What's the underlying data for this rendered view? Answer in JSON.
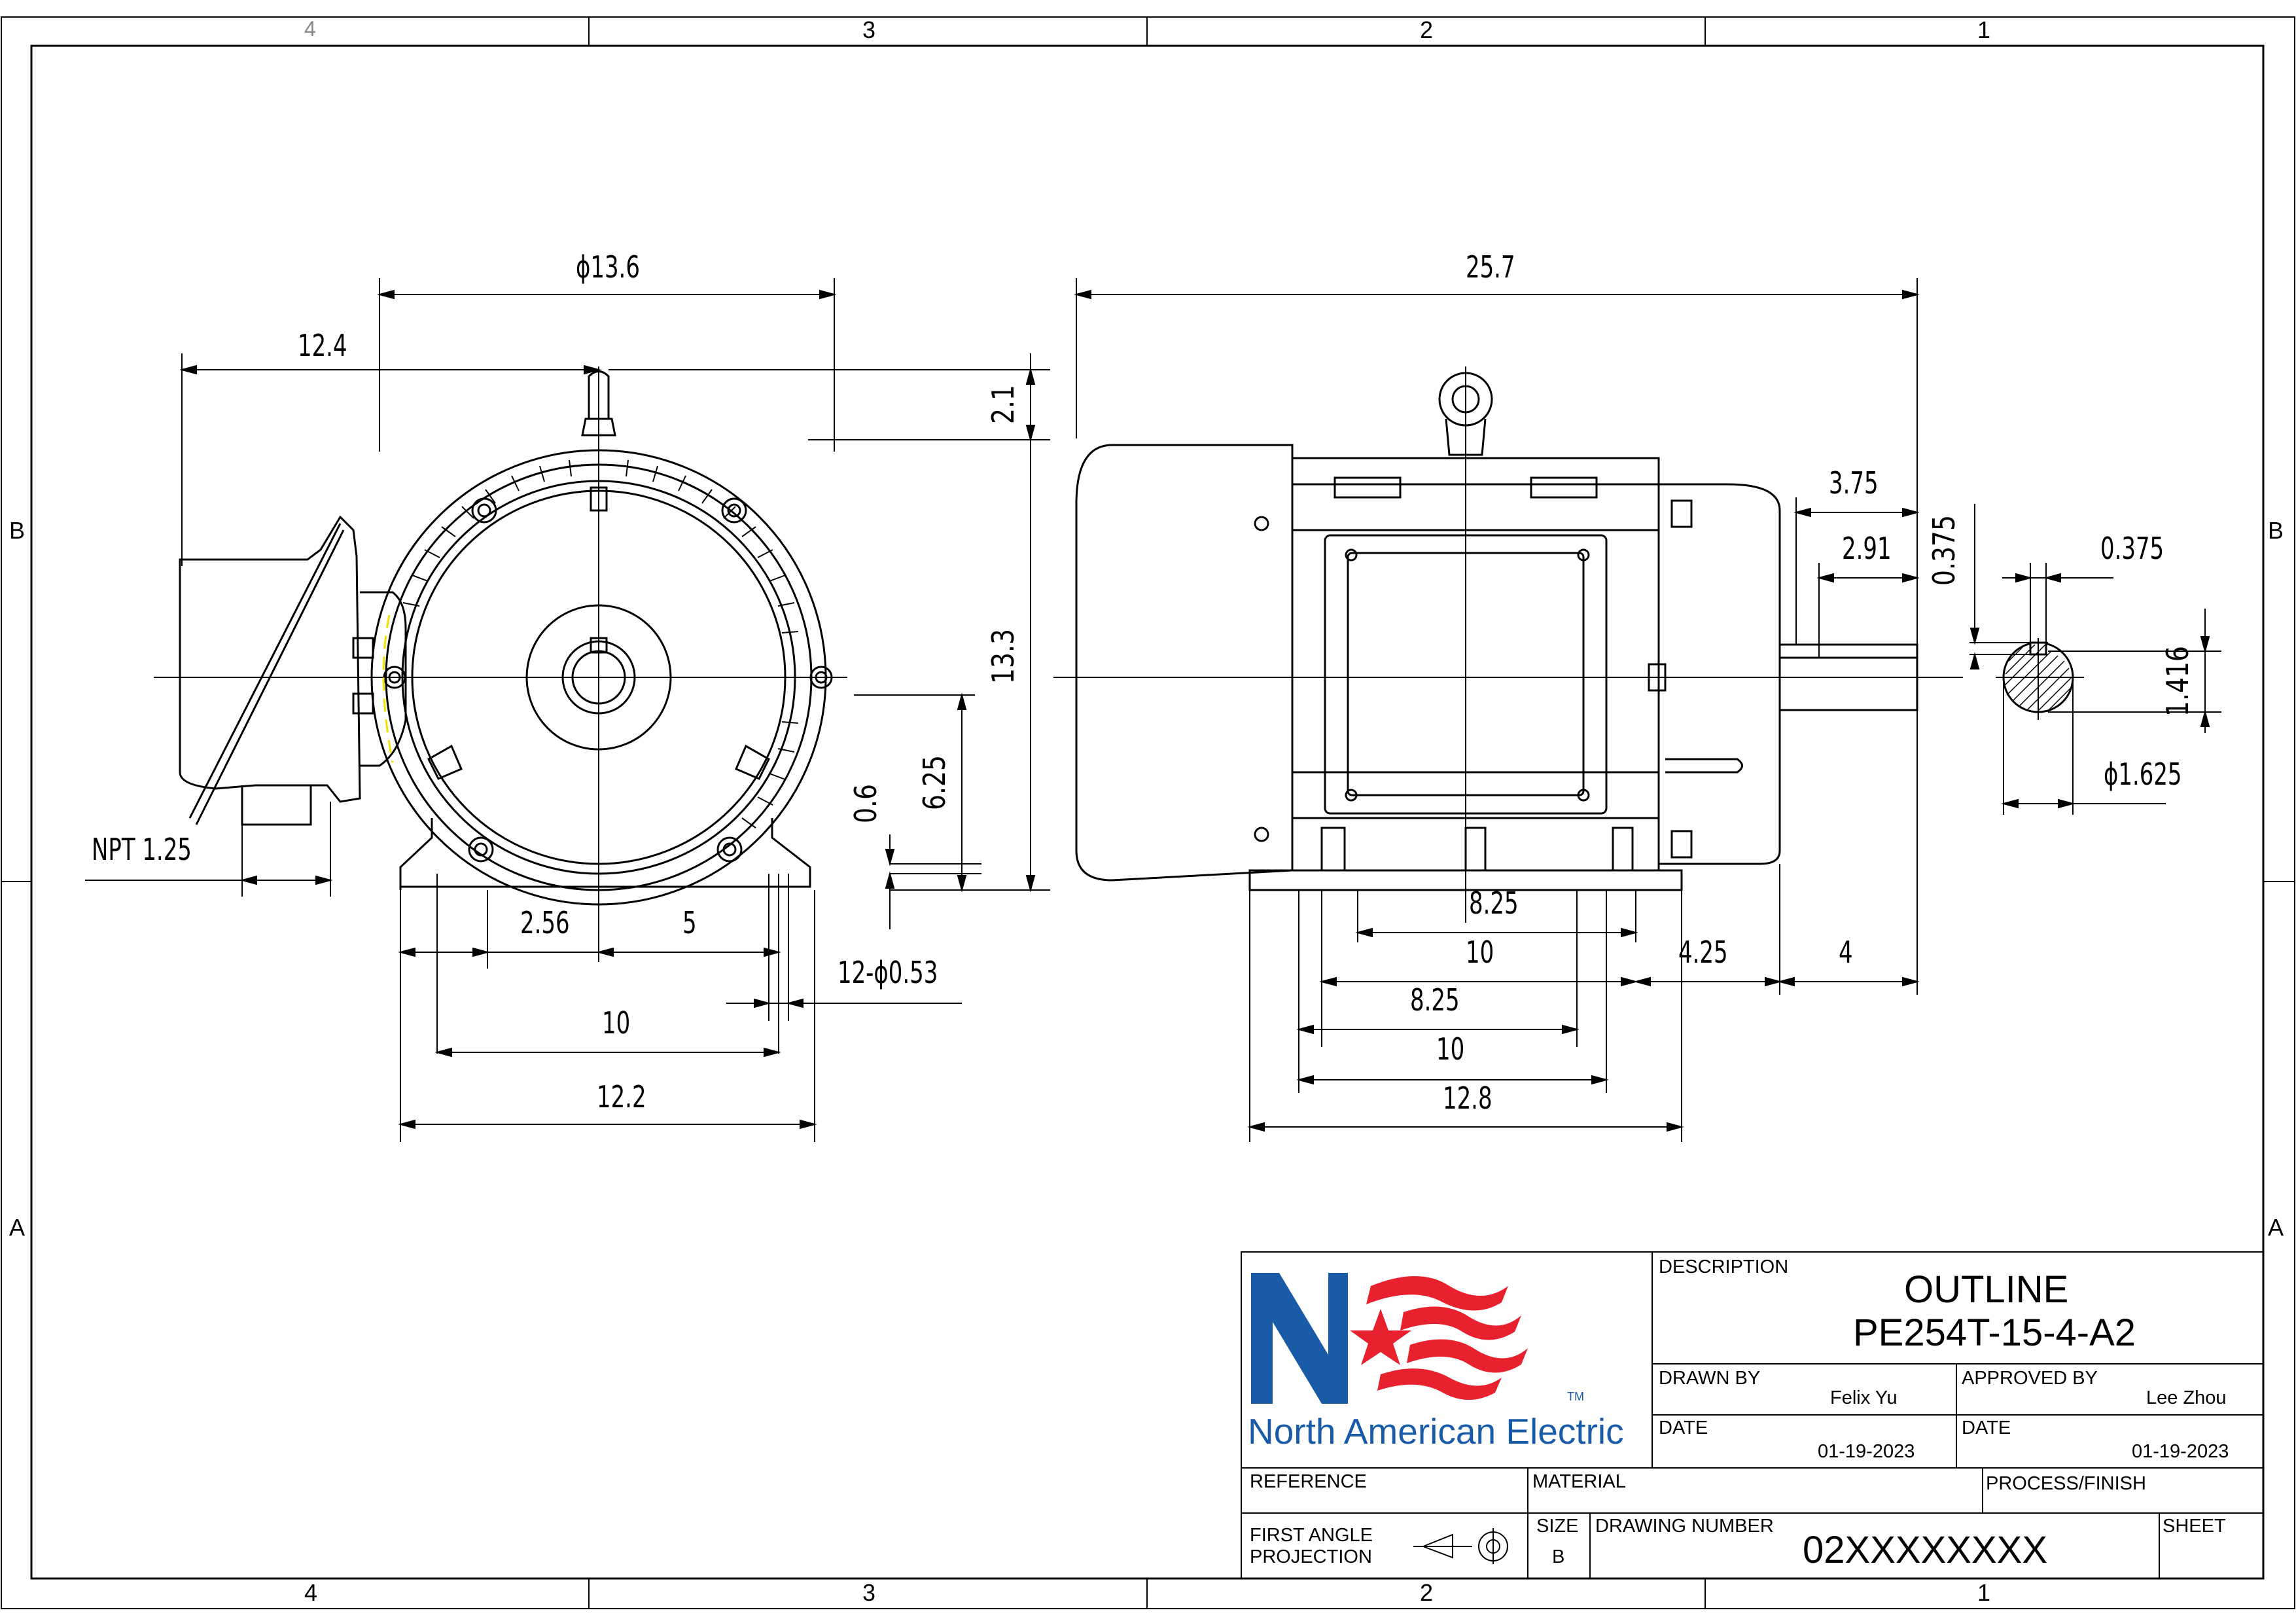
{
  "border": {
    "columns_top": [
      "4",
      "3",
      "2",
      "1"
    ],
    "columns_bottom": [
      "4",
      "3",
      "2",
      "1"
    ],
    "rows_left": [
      "B",
      "A"
    ],
    "rows_right": [
      "B",
      "A"
    ]
  },
  "front_view": {
    "dia_frame": "ϕ13.6",
    "box_offset": "12.4",
    "lift_height": "2.1",
    "overall_height": "13.3",
    "shaft_height": "6.25",
    "foot_thickness": "0.6",
    "npt": "NPT 1.25",
    "foot_hole_offset": "2.56",
    "half_width": "5",
    "holes": "12-ϕ0.53",
    "hole_span": "10",
    "foot_width": "12.2"
  },
  "side_view": {
    "overall_length": "25.7",
    "shaft_ext": "3.75",
    "key_length": "2.91",
    "hole_a": "8.25",
    "hole_b": "10",
    "hole_c": "8.25",
    "hole_d": "10",
    "base_length": "12.8",
    "shoulder": "4.25",
    "shaft_len": "4"
  },
  "shaft_section": {
    "key_depth": "0.375",
    "key_width": "0.375",
    "key_height": "1.416",
    "shaft_dia": "ϕ1.625"
  },
  "title_block": {
    "company": "North American Electric",
    "trademark": "TM",
    "description_label": "DESCRIPTION",
    "description_line1": "OUTLINE",
    "description_line2": "PE254T-15-4-A2",
    "drawn_by_label": "DRAWN BY",
    "drawn_by": "Felix Yu",
    "approved_by_label": "APPROVED BY",
    "approved_by": "Lee Zhou",
    "date_label": "DATE",
    "drawn_date": "01-19-2023",
    "approved_date": "01-19-2023",
    "reference_label": "REFERENCE",
    "material_label": "MATERIAL",
    "process_label": "PROCESS/FINISH",
    "projection_line1": "FIRST ANGLE",
    "projection_line2": "PROJECTION",
    "size_label": "SIZE",
    "size": "B",
    "drawing_number_label": "DRAWING NUMBER",
    "drawing_number": "02XXXXXXXX",
    "sheet_label": "SHEET"
  },
  "colors": {
    "logo_blue": "#1a5ba8",
    "logo_red": "#e8212e",
    "highlight": "#f2e000"
  }
}
